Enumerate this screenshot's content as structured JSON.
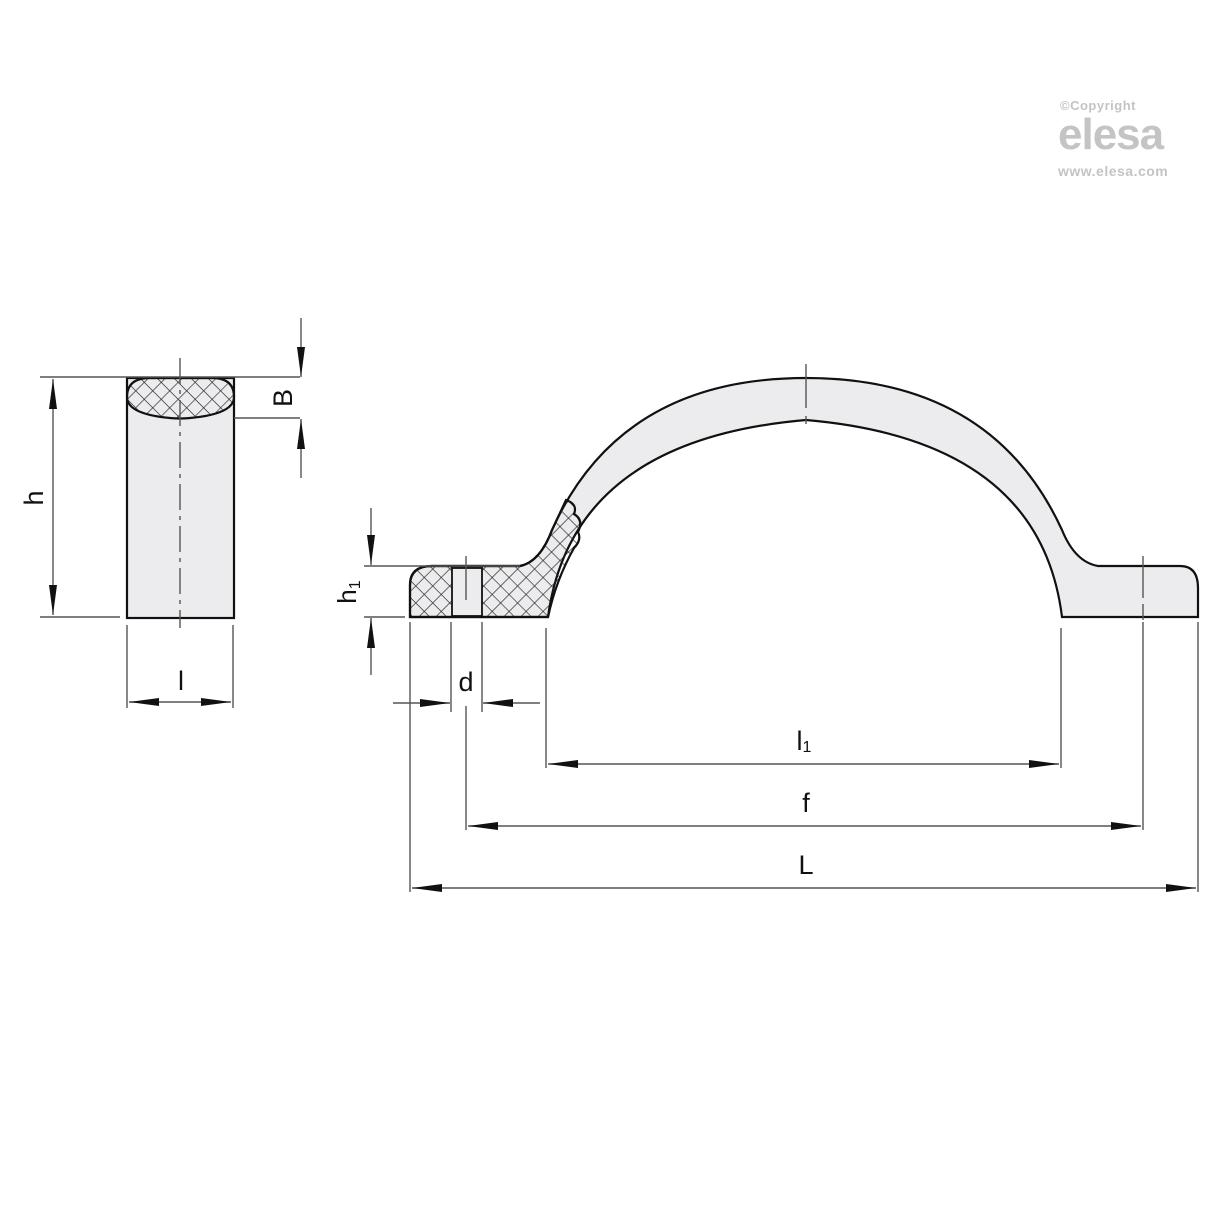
{
  "watermark": {
    "copyright": "©Copyright",
    "brand": "elesa",
    "url": "www.elesa.com",
    "color": "#c4c4c4"
  },
  "side_view": {
    "labels": {
      "h": "h",
      "B": "B",
      "l": "l"
    }
  },
  "front_view": {
    "labels": {
      "h1_main": "h",
      "h1_sub": "1",
      "d": "d",
      "l1_main": "l",
      "l1_sub": "1",
      "f": "f",
      "L": "L"
    }
  },
  "colors": {
    "body_fill": "#ececef",
    "outline": "#111111",
    "dimension_line": "#555555",
    "hatch": "#222222"
  }
}
